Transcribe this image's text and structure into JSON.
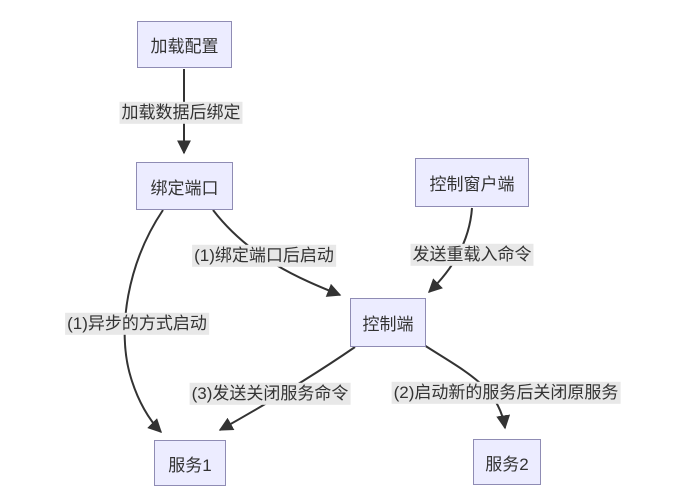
{
  "diagram": {
    "type": "flowchart",
    "direction": "top-down",
    "nodes": [
      {
        "id": "load-config",
        "label": "加载配置"
      },
      {
        "id": "bind-port",
        "label": "绑定端口"
      },
      {
        "id": "control-window-client",
        "label": "控制窗户端"
      },
      {
        "id": "control-terminal",
        "label": "控制端"
      },
      {
        "id": "service-1",
        "label": "服务1"
      },
      {
        "id": "service-2",
        "label": "服务2"
      }
    ],
    "edges": [
      {
        "from": "load-config",
        "to": "bind-port",
        "label": "加载数据后绑定"
      },
      {
        "from": "bind-port",
        "to": "control-terminal",
        "label": "(1)绑定端口后启动"
      },
      {
        "from": "control-window-client",
        "to": "control-terminal",
        "label": "发送重载入命令"
      },
      {
        "from": "bind-port",
        "to": "service-1",
        "label": "(1)异步的方式启动"
      },
      {
        "from": "control-terminal",
        "to": "service-1",
        "label": "(3)发送关闭服务命令"
      },
      {
        "from": "control-terminal",
        "to": "service-2",
        "label": "(2)启动新的服务后关闭原服务"
      }
    ],
    "colors": {
      "background": "#ffffff",
      "node_fill": "#ECECFF",
      "node_border": "#8f8cb4",
      "edge_line": "#333333",
      "edge_label_bg": "#e8e8e8",
      "text": "#333333"
    }
  }
}
